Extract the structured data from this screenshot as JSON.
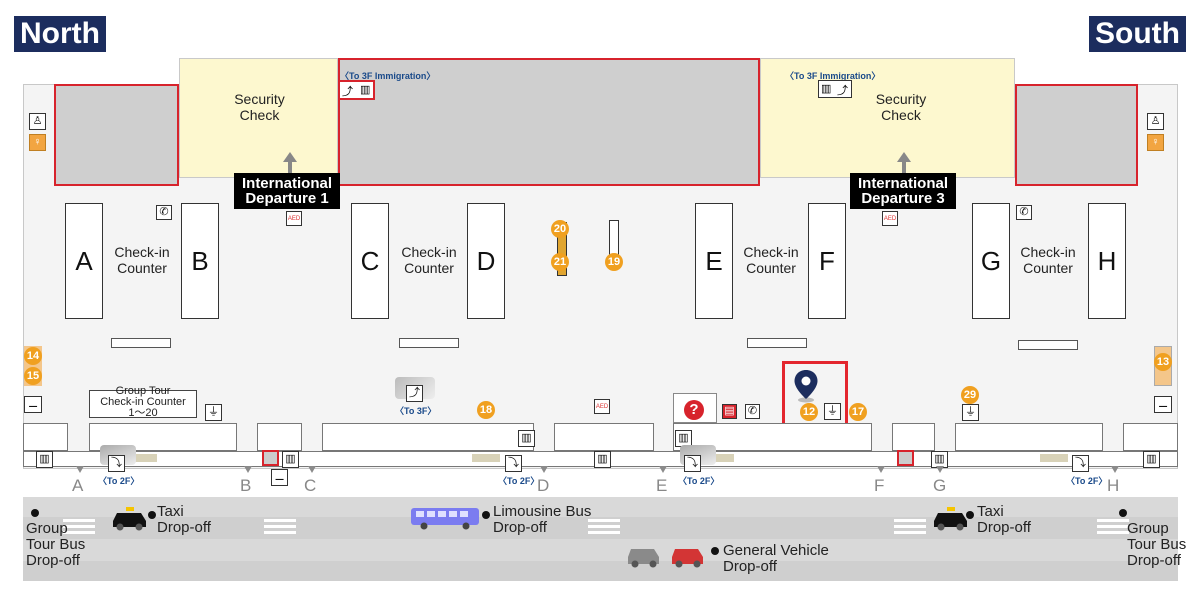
{
  "headers": {
    "north": "North",
    "south": "South"
  },
  "security": {
    "label_1": "Security\nCheck",
    "label_2": "Security\nCheck",
    "immigration_1": "〈To 3F Immigration〉",
    "immigration_2": "〈To 3F Immigration〉"
  },
  "departures": {
    "gate_1": "International\nDeparture 1",
    "gate_3": "International\nDeparture 3"
  },
  "counters": {
    "letters": [
      "A",
      "B",
      "C",
      "D",
      "E",
      "F",
      "G",
      "H"
    ],
    "checkin_label": "Check-in\nCounter"
  },
  "group_tour_counter": "Group Tour\nCheck-in Counter\n1～20",
  "markers": {
    "n12": "12",
    "n13": "13",
    "n14": "14",
    "n15": "15",
    "n17": "17",
    "n18": "18",
    "n19": "19",
    "n20": "20",
    "n21": "21",
    "n29": "29"
  },
  "escalators": {
    "to_3f": "〈To 3F〉",
    "to_2f": "〈To 2F〉"
  },
  "lanes": [
    "A",
    "B",
    "C",
    "D",
    "E",
    "F",
    "G",
    "H"
  ],
  "dropoffs": {
    "group_left": "Group\nTour Bus\nDrop-off",
    "taxi_left": "Taxi\nDrop-off",
    "limousine": "Limousine Bus\nDrop-off",
    "general": "General Vehicle\nDrop-off",
    "taxi_right": "Taxi\nDrop-off",
    "group_right": "Group\nTour Bus\nDrop-off"
  },
  "icons": {
    "aed": "AED",
    "phone": "✆",
    "info": "?",
    "current_location": "location-pin"
  },
  "colors": {
    "header_bg": "#1c2d5e",
    "security_bg": "#fdf8cf",
    "highlight_red": "#d7232c",
    "marker_orange": "#f0a020",
    "pin_navy": "#1c2d5e",
    "bus_blue": "#7b7cf0",
    "car_red": "#d33535"
  }
}
